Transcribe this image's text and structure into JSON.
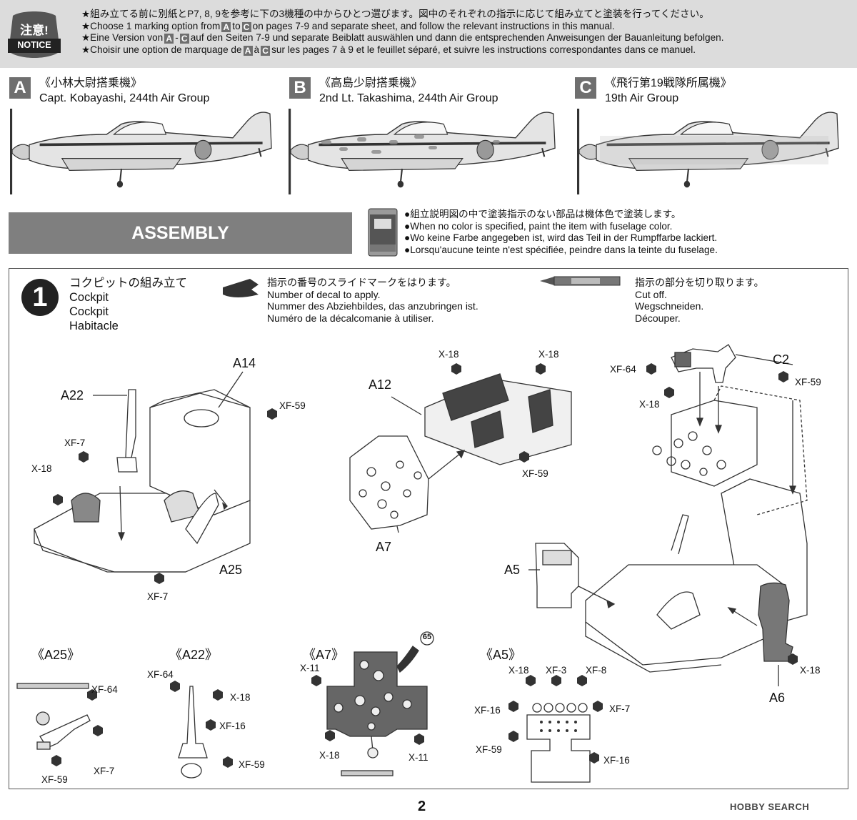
{
  "notice": {
    "badge_line1": "注意!",
    "badge_line2": "NOTICE",
    "jp": "★組み立てる前に別紙とP7, 8, 9を参考に下の3機種の中からひとつ選びます。図中のそれぞれの指示に応じて組み立てと塗装を行ってください。",
    "en_pre": "★Choose 1 marking option from",
    "en_mid": "to",
    "en_post": "on pages 7-9 and separate sheet, and follow the relevant instructions in this manual.",
    "de_pre": "★Eine Version von",
    "de_mid": "-",
    "de_post": "auf den Seiten 7-9 und separate Beiblatt auswählen und dann die entsprechenden Anweisungen der Bauanleitung befolgen.",
    "fr_pre": "★Choisir une option de marquage de",
    "fr_mid": "à",
    "fr_post": "sur les pages 7 à 9 et le feuillet séparé, et suivre les instructions correspondantes dans ce manuel.",
    "box_a": "A",
    "box_c": "C"
  },
  "options": [
    {
      "letter": "A",
      "jp": "《小林大尉搭乗機》",
      "en": "Capt. Kobayashi, 244th Air Group"
    },
    {
      "letter": "B",
      "jp": "《高島少尉搭乗機》",
      "en": "2nd Lt. Takashima, 244th Air Group"
    },
    {
      "letter": "C",
      "jp": "《飛行第19戦隊所属機》",
      "en": "19th Air Group"
    }
  ],
  "assembly": {
    "title": "ASSEMBLY",
    "notes": [
      "●組立説明図の中で塗装指示のない部品は機体色で塗装します。",
      "●When no color is specified, paint the item with fuselage color.",
      "●Wo keine Farbe angegeben ist, wird das Teil in der Rumpffarbe lackiert.",
      "●Lorsqu'aucune teinte n'est spécifiée, peindre dans la teinte du fuselage."
    ]
  },
  "step": {
    "number": "1",
    "title_jp": "コクピットの組み立て",
    "title_en": "Cockpit",
    "title_de": "Cockpit",
    "title_fr": "Habitacle",
    "legend_decal": [
      "指示の番号のスライドマークをはります。",
      "Number of decal to apply.",
      "Nummer des Abziehbildes, das anzubringen ist.",
      "Numéro de la décalcomanie à utiliser."
    ],
    "legend_cut": [
      "指示の部分を切り取ります。",
      "Cut off.",
      "Wegschneiden.",
      "Découper."
    ]
  },
  "labels": {
    "a14": "A14",
    "a22": "A22",
    "a25": "A25",
    "a12": "A12",
    "a7": "A7",
    "c2": "C2",
    "a5": "A5",
    "a6": "A6",
    "xf59_1": "XF-59",
    "xf7_1": "XF-7",
    "x18_1": "X-18",
    "xf7_2": "XF-7",
    "x18_2": "X-18",
    "x18_3": "X-18",
    "xf59_2": "XF-59",
    "xf64_1": "XF-64",
    "x18_4": "X-18",
    "xf59_3": "XF-59",
    "x18_5": "X-18"
  },
  "subdetails": {
    "a25": {
      "title": "《A25》",
      "xf64": "XF-64",
      "xf59": "XF-59",
      "xf7": "XF-7"
    },
    "a22": {
      "title": "《A22》",
      "xf64": "XF-64",
      "x18": "X-18",
      "xf16": "XF-16",
      "xf59": "XF-59"
    },
    "a7": {
      "title": "《A7》",
      "decal": "65",
      "x11a": "X-11",
      "x18": "X-18",
      "x11b": "X-11"
    },
    "a5": {
      "title": "《A5》",
      "x18": "X-18",
      "xf3": "XF-3",
      "xf8": "XF-8",
      "xf16a": "XF-16",
      "xf7": "XF-7",
      "xf59": "XF-59",
      "xf16b": "XF-16"
    }
  },
  "footer": {
    "page": "2",
    "watermark": "HOBBY SEARCH"
  }
}
